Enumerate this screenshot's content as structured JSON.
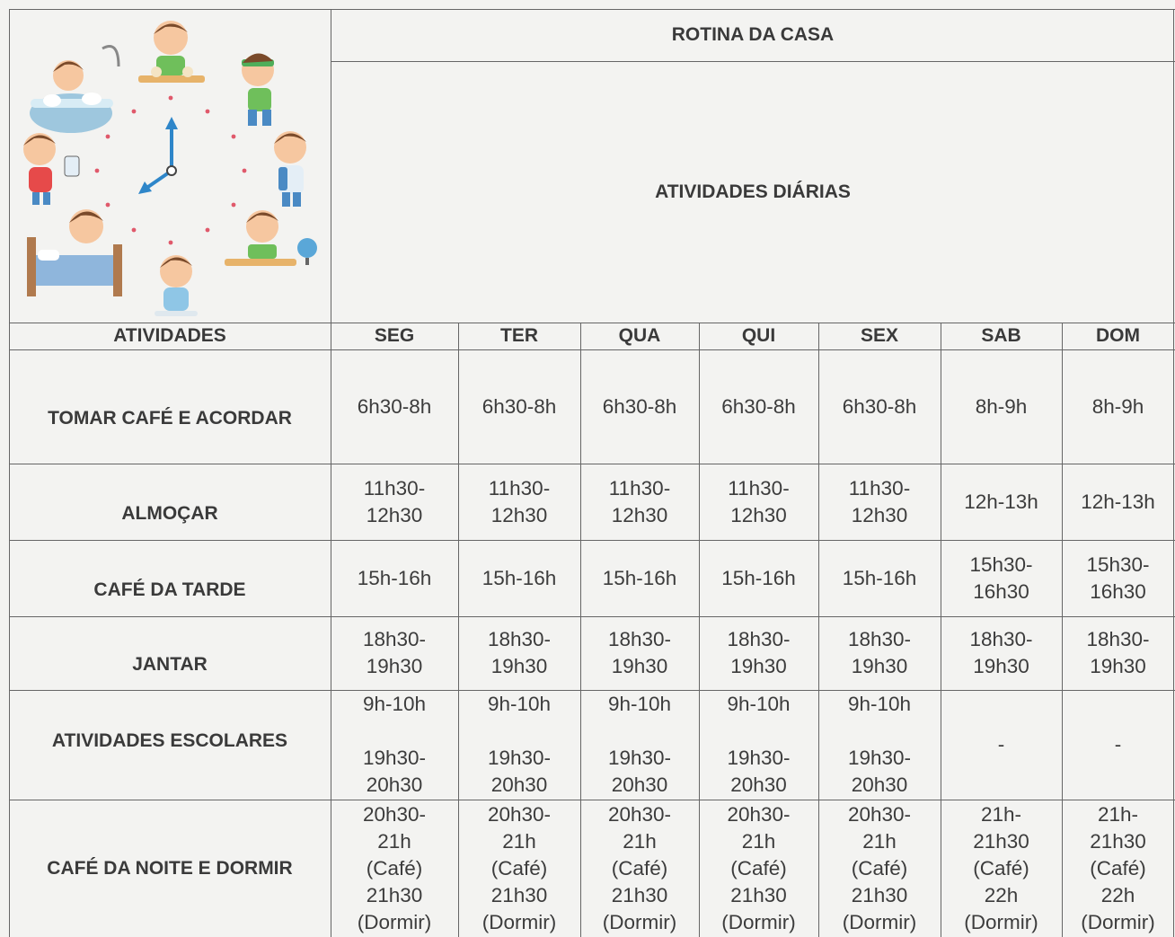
{
  "title": "ROTINA DA CASA",
  "subtitle": "ATIVIDADES DIÁRIAS",
  "illustration": {
    "icon": "daily-routine-clock-illustration-icon",
    "colors": {
      "clock_hand": "#2e86c9",
      "dots": "#e0596b",
      "skin": "#f6c7a0",
      "hair": "#7a4a2a"
    }
  },
  "table": {
    "header_activities": "ATIVIDADES",
    "days": [
      "SEG",
      "TER",
      "QUA",
      "QUI",
      "SEX",
      "SAB",
      "DOM"
    ],
    "rows": [
      {
        "activity": "TOMAR CAFÉ E ACORDAR",
        "values": [
          "6h30-8h",
          "6h30-8h",
          "6h30-8h",
          "6h30-8h",
          "6h30-8h",
          "8h-9h",
          "8h-9h"
        ]
      },
      {
        "activity": "ALMOÇAR",
        "values": [
          "11h30-\n12h30",
          "11h30-\n12h30",
          "11h30-\n12h30",
          "11h30-\n12h30",
          "11h30-\n12h30",
          "12h-13h",
          "12h-13h"
        ]
      },
      {
        "activity": "CAFÉ DA TARDE",
        "values": [
          "15h-16h",
          "15h-16h",
          "15h-16h",
          "15h-16h",
          "15h-16h",
          "15h30-\n16h30",
          "15h30-\n16h30"
        ]
      },
      {
        "activity": "JANTAR",
        "values": [
          "18h30-\n19h30",
          "18h30-\n19h30",
          "18h30-\n19h30",
          "18h30-\n19h30",
          "18h30-\n19h30",
          "18h30-\n19h30",
          "18h30-\n19h30"
        ]
      },
      {
        "activity": "ATIVIDADES ESCOLARES",
        "values": [
          "9h-10h\n\n19h30-\n20h30",
          "9h-10h\n\n19h30-\n20h30",
          "9h-10h\n\n19h30-\n20h30",
          "9h-10h\n\n19h30-\n20h30",
          "9h-10h\n\n19h30-\n20h30",
          "-",
          "-"
        ]
      },
      {
        "activity": "CAFÉ DA NOITE E DORMIR",
        "values": [
          "20h30-\n21h\n(Café)\n21h30\n(Dormir)",
          "20h30-\n21h\n(Café)\n21h30\n(Dormir)",
          "20h30-\n21h\n(Café)\n21h30\n(Dormir)",
          "20h30-\n21h\n(Café)\n21h30\n(Dormir)",
          "20h30-\n21h\n(Café)\n21h30\n(Dormir)",
          "21h-\n21h30\n(Café)\n22h\n(Dormir)",
          "21h-\n21h30\n(Café)\n22h\n(Dormir)"
        ]
      }
    ]
  }
}
